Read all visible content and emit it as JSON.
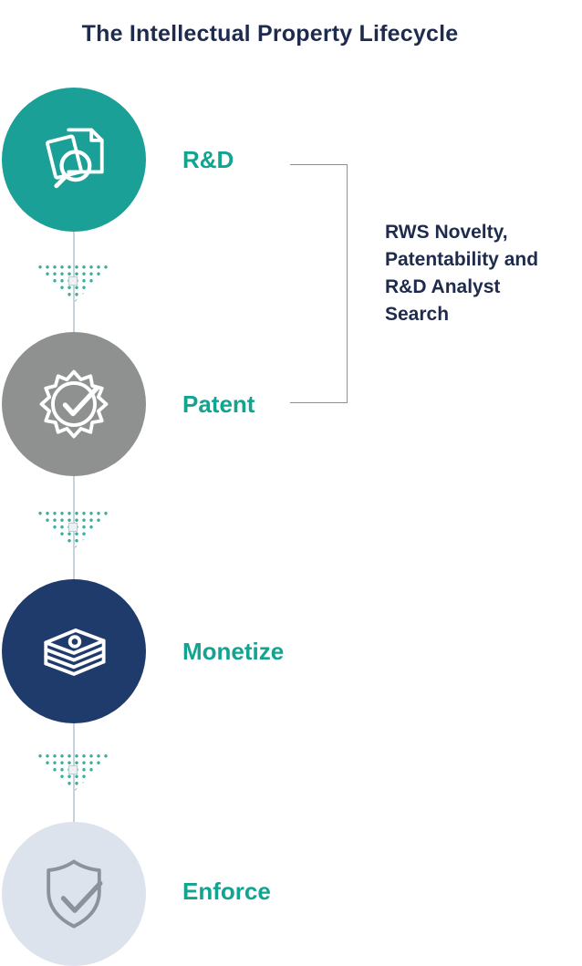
{
  "title": "The Intellectual Property Lifecycle",
  "stages": [
    {
      "label": "R&D",
      "icon": "documents-magnifier-icon",
      "circle_color": "#1AA096",
      "icon_color": "#FFFFFF"
    },
    {
      "label": "Patent",
      "icon": "award-seal-check-icon",
      "circle_color": "#8E9190",
      "icon_color": "#FFFFFF"
    },
    {
      "label": "Monetize",
      "icon": "money-stack-icon",
      "circle_color": "#1E3B6C",
      "icon_color": "#FFFFFF"
    },
    {
      "label": "Enforce",
      "icon": "shield-check-icon",
      "circle_color": "#DCE3EC",
      "icon_color": "#8B929C"
    }
  ],
  "annotation": {
    "full_text": "RWS Novelty, Patentability and R&D Analyst Search",
    "lines": [
      "RWS Novelty,",
      "Patentability and",
      "R&D Analyst",
      "Search"
    ]
  },
  "colors": {
    "teal": "#1AA096",
    "gray": "#8E9190",
    "navy": "#1E3B6C",
    "light_gray": "#DCE3EC",
    "label_teal": "#12A391",
    "heading_navy": "#1E2B4D",
    "connector_gray": "#C9D1D9",
    "bracket_gray": "#8E9190",
    "dot_teal": "#12A391"
  }
}
